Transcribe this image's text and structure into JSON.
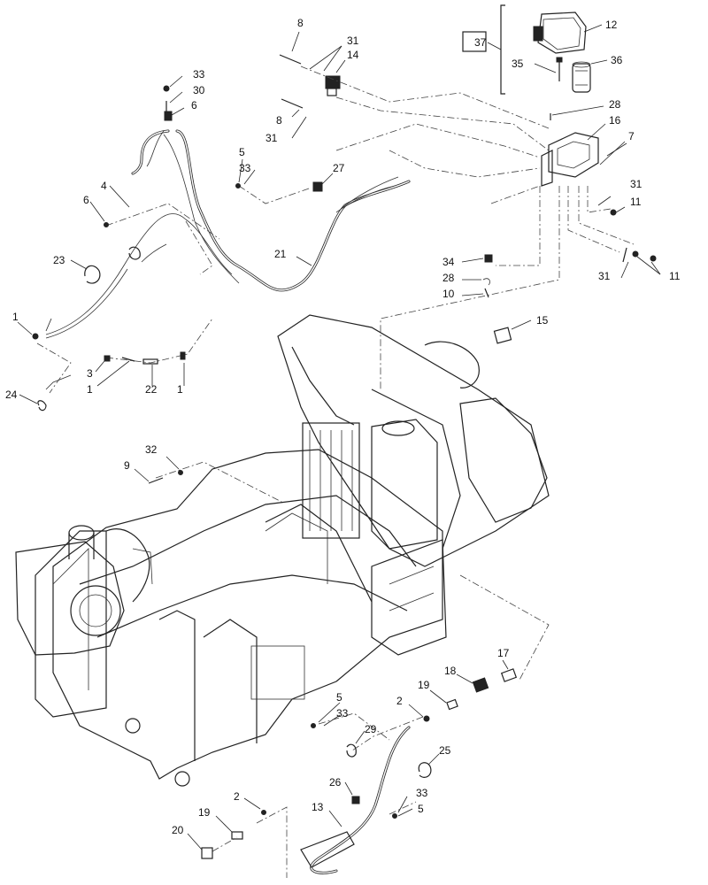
{
  "callouts": [
    {
      "id": "c8a",
      "label": "8"
    },
    {
      "id": "c31a",
      "label": "31"
    },
    {
      "id": "c14",
      "label": "14"
    },
    {
      "id": "c33a",
      "label": "33"
    },
    {
      "id": "c30",
      "label": "30"
    },
    {
      "id": "c6a",
      "label": "6"
    },
    {
      "id": "c8b",
      "label": "8"
    },
    {
      "id": "c31b",
      "label": "31"
    },
    {
      "id": "c5a",
      "label": "5"
    },
    {
      "id": "c33b",
      "label": "33"
    },
    {
      "id": "c27",
      "label": "27"
    },
    {
      "id": "c4",
      "label": "4"
    },
    {
      "id": "c6b",
      "label": "6"
    },
    {
      "id": "c23",
      "label": "23"
    },
    {
      "id": "c21",
      "label": "21"
    },
    {
      "id": "c37",
      "label": "37"
    },
    {
      "id": "c12",
      "label": "12"
    },
    {
      "id": "c35",
      "label": "35"
    },
    {
      "id": "c36",
      "label": "36"
    },
    {
      "id": "c28a",
      "label": "28"
    },
    {
      "id": "c16",
      "label": "16"
    },
    {
      "id": "c7",
      "label": "7"
    },
    {
      "id": "c31c",
      "label": "31"
    },
    {
      "id": "c11a",
      "label": "11"
    },
    {
      "id": "c34",
      "label": "34"
    },
    {
      "id": "c28b",
      "label": "28"
    },
    {
      "id": "c10",
      "label": "10"
    },
    {
      "id": "c31d",
      "label": "31"
    },
    {
      "id": "c11b",
      "label": "11"
    },
    {
      "id": "c1a",
      "label": "1"
    },
    {
      "id": "c3",
      "label": "3"
    },
    {
      "id": "c1b",
      "label": "1"
    },
    {
      "id": "c22",
      "label": "22"
    },
    {
      "id": "c1c",
      "label": "1"
    },
    {
      "id": "c24",
      "label": "24"
    },
    {
      "id": "c15",
      "label": "15"
    },
    {
      "id": "c32",
      "label": "32"
    },
    {
      "id": "c9",
      "label": "9"
    },
    {
      "id": "c17",
      "label": "17"
    },
    {
      "id": "c18",
      "label": "18"
    },
    {
      "id": "c19a",
      "label": "19"
    },
    {
      "id": "c2a",
      "label": "2"
    },
    {
      "id": "c5b",
      "label": "5"
    },
    {
      "id": "c33c",
      "label": "33"
    },
    {
      "id": "c29",
      "label": "29"
    },
    {
      "id": "c25",
      "label": "25"
    },
    {
      "id": "c26",
      "label": "26"
    },
    {
      "id": "c33d",
      "label": "33"
    },
    {
      "id": "c13",
      "label": "13"
    },
    {
      "id": "c5c",
      "label": "5"
    },
    {
      "id": "c2b",
      "label": "2"
    },
    {
      "id": "c19b",
      "label": "19"
    },
    {
      "id": "c20",
      "label": "20"
    }
  ]
}
